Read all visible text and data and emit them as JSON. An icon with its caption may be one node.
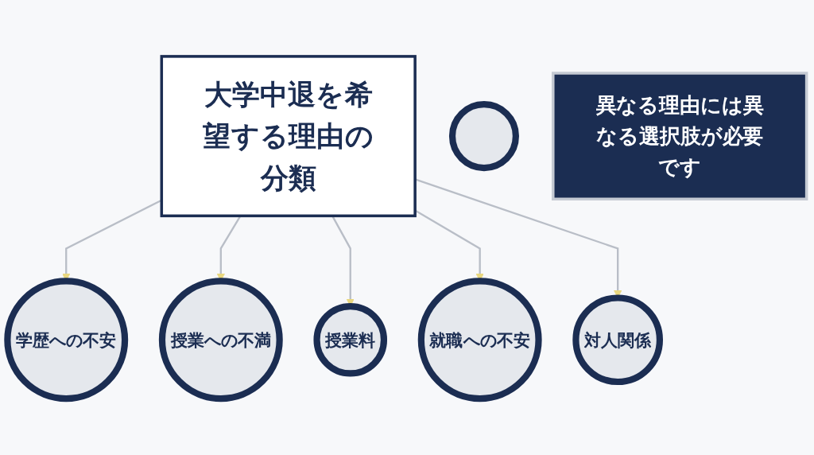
{
  "diagram": {
    "nodes": [
      {
        "text": [
          "大学中退を希望する理由の分類"
        ]
      },
      {
        "text": [
          "学歴への不安"
        ]
      },
      {
        "text": [
          "授業への不満"
        ]
      },
      {
        "text": [],
        "shape": "circle"
      },
      {
        "text": [
          "授業料"
        ]
      },
      {
        "text": [
          "就職への不安"
        ]
      },
      {
        "text": [
          "対人関係"
        ]
      },
      {
        "text": [
          "異なる理由には異なる選択肢が必要です"
        ]
      }
    ],
    "edges": [
      {
        "from": 0,
        "to": 1,
        "arrow": "to"
      },
      {
        "from": 0,
        "to": 2,
        "arrow": "to"
      },
      {
        "from": 0,
        "to": 4,
        "arrow": "to"
      },
      {
        "from": 0,
        "to": 5,
        "arrow": "to"
      },
      {
        "from": 0,
        "to": 6,
        "arrow": "to"
      }
    ]
  }
}
